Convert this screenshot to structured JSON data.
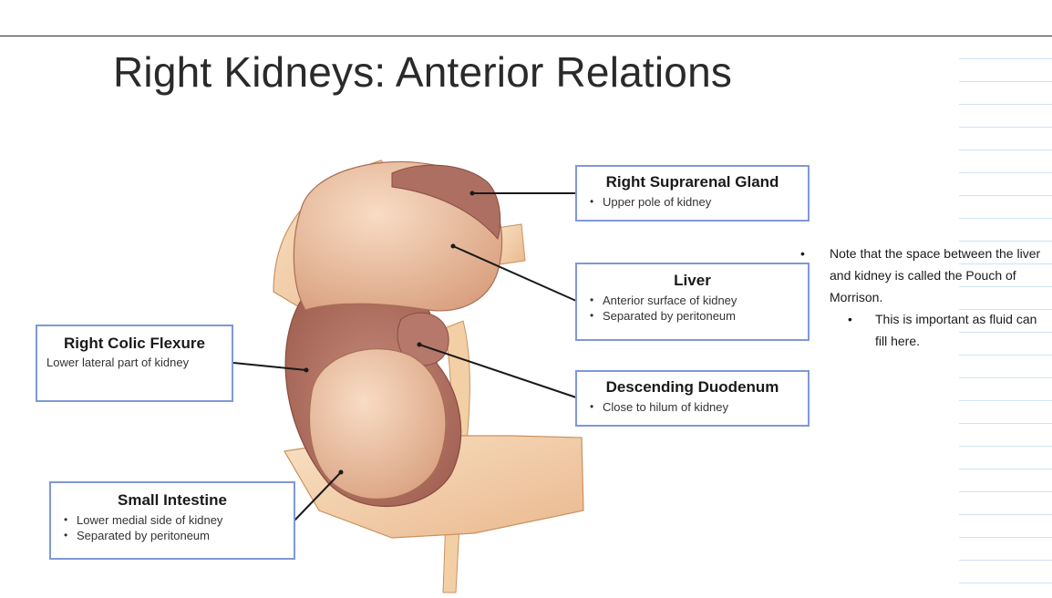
{
  "slide": {
    "title": "Right Kidneys: Anterior Relations"
  },
  "labels": {
    "suprarenal": {
      "heading": "Right Suprarenal Gland",
      "bullets": [
        "Upper pole of kidney"
      ]
    },
    "liver": {
      "heading": "Liver",
      "bullets": [
        "Anterior surface of kidney",
        "Separated by peritoneum"
      ]
    },
    "duodenum": {
      "heading": "Descending Duodenum",
      "bullets": [
        "Close to hilum of kidney"
      ]
    },
    "colic": {
      "heading": "Right Colic Flexure",
      "description": "Lower lateral part of kidney"
    },
    "intestine": {
      "heading": "Small Intestine",
      "bullets": [
        "Lower medial side of kidney",
        "Separated by peritoneum"
      ]
    }
  },
  "note": {
    "main": "Note that the space between the liver and kidney is called the Pouch of Morrison.",
    "sub": "This is important as fluid can fill here."
  },
  "colors": {
    "box_border": "#7f98d6",
    "ruled_line": "#cfe3f5",
    "organ_dark": "#a9675a",
    "organ_light": "#efc4a4",
    "peritoneum": "#f6d7b4"
  }
}
